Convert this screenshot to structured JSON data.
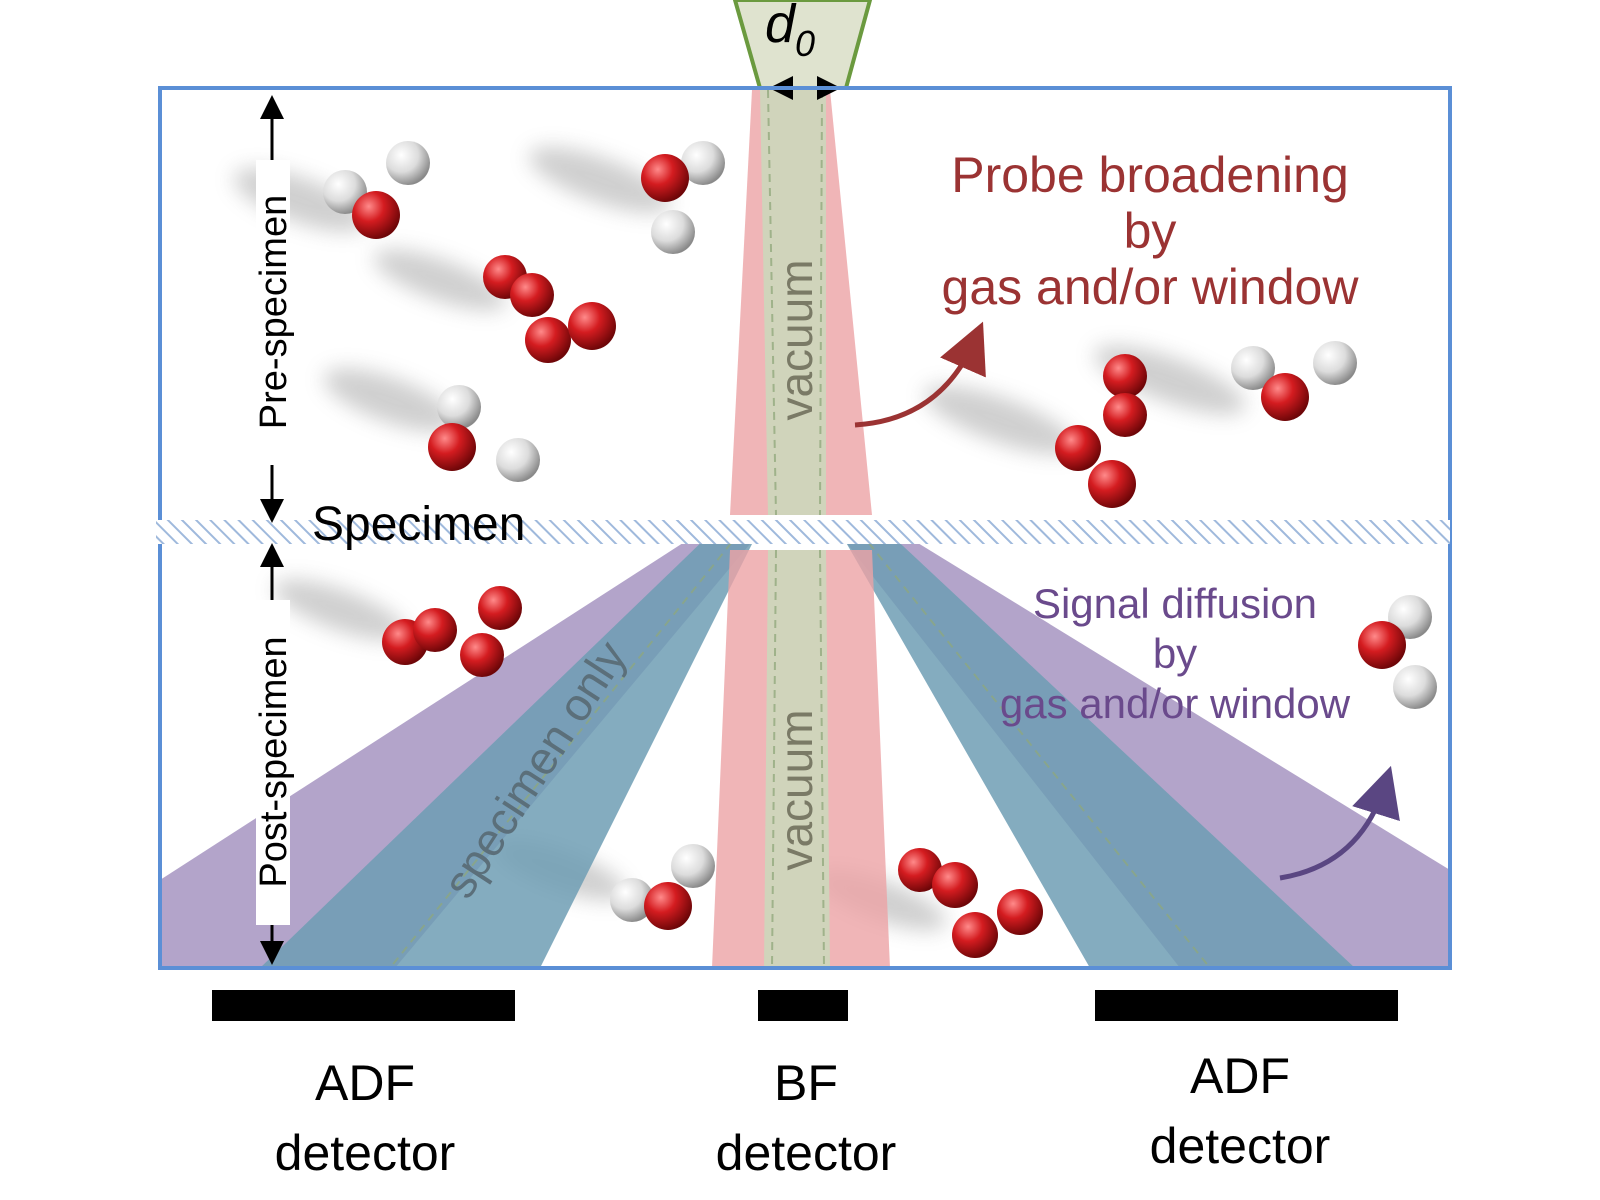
{
  "diagram": {
    "probe_size_symbol": "d",
    "probe_size_subscript": "0",
    "specimen_label": "Specimen",
    "pre_specimen_label": "Pre-specimen",
    "post_specimen_label": "Post-specimen",
    "vacuum_upper_label": "vacuum",
    "vacuum_lower_label": "vacuum",
    "specimen_only_label": "specimen only",
    "probe_broadening": {
      "line1": "Probe broadening",
      "line2": "by",
      "line3": "gas and/or window",
      "color": "#9b3333"
    },
    "signal_diffusion": {
      "line1": "Signal diffusion",
      "line2": "by",
      "line3": "gas and/or window",
      "color": "#6a4a8c"
    },
    "detectors": [
      {
        "name": "ADF",
        "sub": "detector"
      },
      {
        "name": "BF",
        "sub": "detector"
      },
      {
        "name": "ADF",
        "sub": "detector"
      }
    ],
    "colors": {
      "frame": "#5b8fd6",
      "probe_cone": "#6b9a3f",
      "pink": "#e8a0a0",
      "vacuum_beam": "#c8d4b8",
      "purple": "#9a86b8",
      "teal": "#7aa6ba",
      "oxygen": "#c8161c",
      "hydrogen": "#e6e6e6",
      "detector_bar": "#000000"
    }
  }
}
